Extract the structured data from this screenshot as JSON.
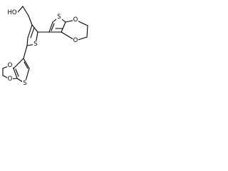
{
  "molecule": {
    "atoms": [
      {
        "id": "hydroxyl",
        "label": "HO"
      },
      {
        "id": "s-upper-right",
        "label": "S"
      },
      {
        "id": "s-central",
        "label": "S"
      },
      {
        "id": "o-upper-right-top",
        "label": "O"
      },
      {
        "id": "o-upper-right-bottom",
        "label": "O"
      },
      {
        "id": "s-lower-left",
        "label": "S"
      },
      {
        "id": "o-lower-left-top",
        "label": "O"
      },
      {
        "id": "o-lower-left-bottom",
        "label": "O"
      }
    ]
  }
}
